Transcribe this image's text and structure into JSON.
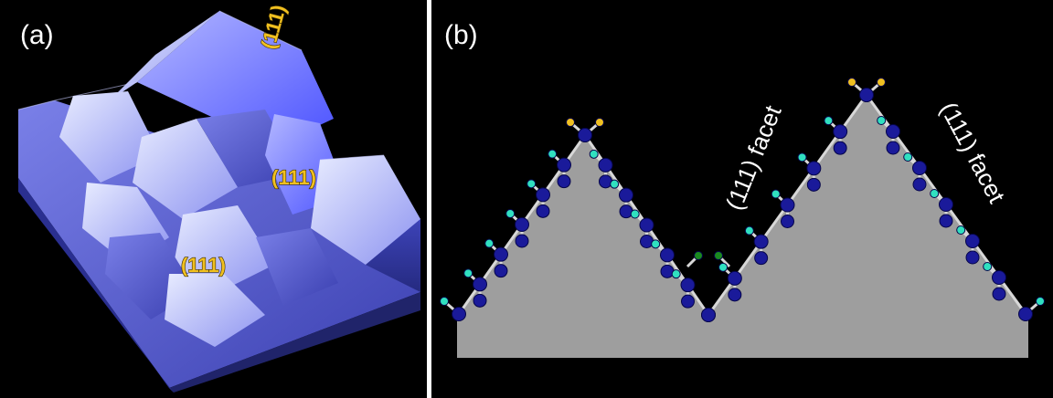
{
  "panel_a": {
    "label": "(a)",
    "facet_labels": [
      "(111)",
      "(111)",
      "(111)"
    ]
  },
  "panel_b": {
    "label": "(b)",
    "facet_labels": [
      "(111) facet",
      "(111) facet"
    ]
  },
  "colors": {
    "background": "#000000",
    "divider": "#ffffff",
    "surface_blue": "#6a6fe0",
    "substrate_gray": "#9e9e9e",
    "atom_blue": "#1a1a9a",
    "hydrogen_cyan": "#30e0c0",
    "hydrogen_yellow": "#f0c020",
    "hydrogen_green": "#1a8a20",
    "label_yellow": "#f0c020"
  }
}
